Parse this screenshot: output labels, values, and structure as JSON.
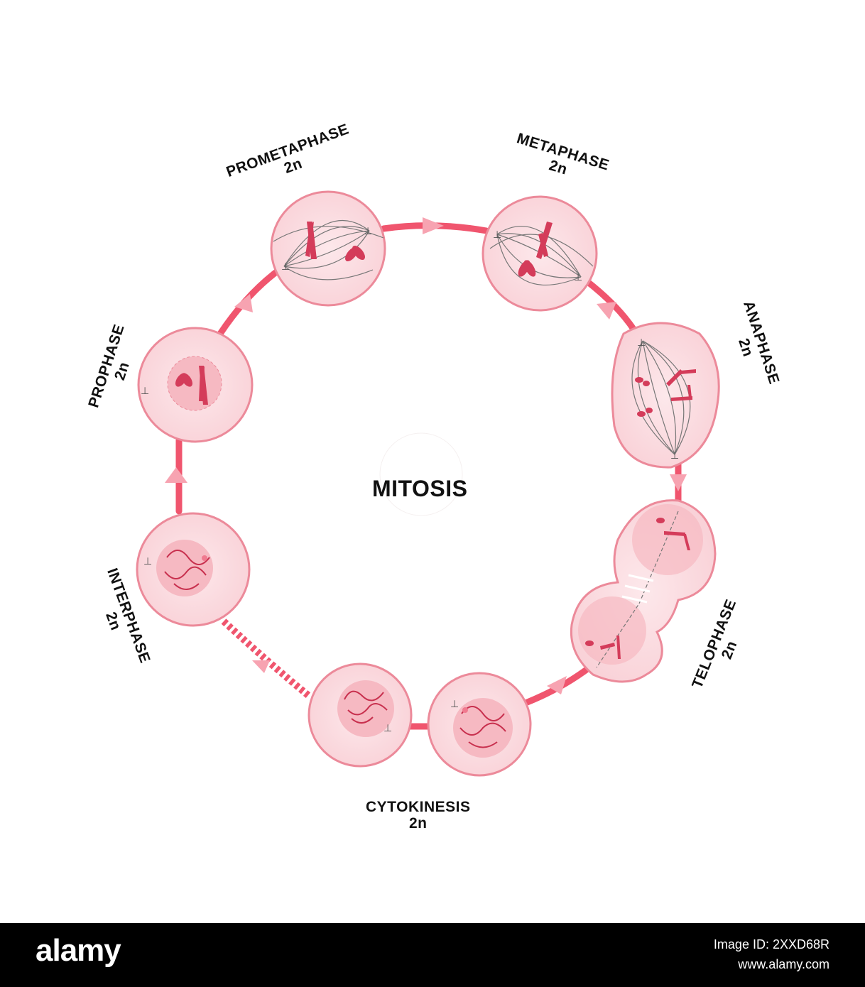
{
  "center_title": "MITOSIS",
  "stages": {
    "prometaphase": {
      "name": "PROMETAPHASE",
      "ploidy": "2n"
    },
    "metaphase": {
      "name": "METAPHASE",
      "ploidy": "2n"
    },
    "anaphase": {
      "name": "ANAPHASE",
      "ploidy": "2n"
    },
    "telophase": {
      "name": "TELOPHASE",
      "ploidy": "2n"
    },
    "cytokinesis": {
      "name": "CYTOKINESIS",
      "ploidy": "2n"
    },
    "interphase": {
      "name": "INTERPHASE",
      "ploidy": "2n"
    },
    "prophase": {
      "name": "PROPHASE",
      "ploidy": "2n"
    }
  },
  "colors": {
    "cycle_ring": "#f0556e",
    "cell_border": "#ec8a9a",
    "cell_fill": "#fbdde1",
    "nucleus": "#f6b9c2",
    "chromosome": "#d43c5a",
    "arrow": "#f7a3b1"
  },
  "footer": {
    "logo": "alamy",
    "image_id": "Image ID: 2XXD68R",
    "url": "www.alamy.com"
  }
}
